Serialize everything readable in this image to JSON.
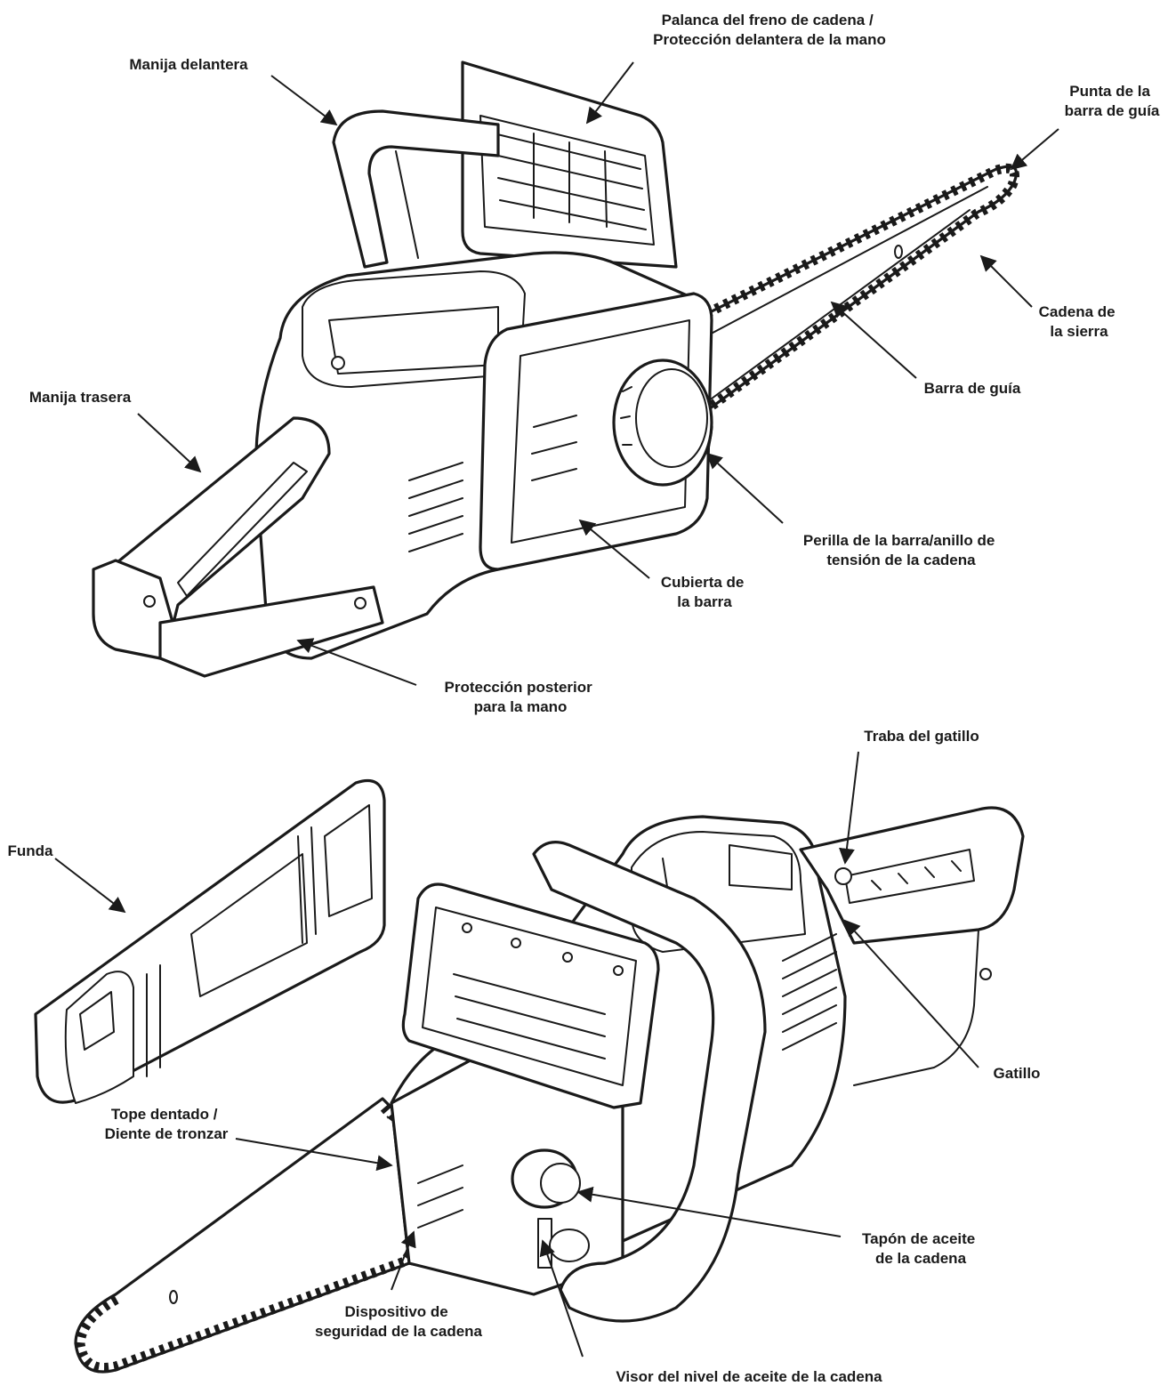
{
  "labels": {
    "chain_brake": [
      "Palanca del freno de cadena /",
      "Protección delantera de la mano"
    ],
    "front_handle": [
      "Manija delantera"
    ],
    "bar_tip": [
      "Punta de la",
      "barra de guía"
    ],
    "saw_chain": [
      "Cadena de",
      "la sierra"
    ],
    "guide_bar": [
      "Barra de guía"
    ],
    "rear_handle": [
      "Manija trasera"
    ],
    "bar_knob": [
      "Perilla de la barra/anillo de",
      "tensión de la cadena"
    ],
    "bar_cover": [
      "Cubierta de",
      "la barra"
    ],
    "rear_hand_guard": [
      "Protección posterior",
      "para la mano"
    ],
    "trigger_lock": [
      "Traba del gatillo"
    ],
    "scabbard": [
      "Funda"
    ],
    "trigger": [
      "Gatillo"
    ],
    "bucking_spikes": [
      "Tope dentado /",
      "Diente de tronzar"
    ],
    "oil_cap": [
      "Tapón de aceite",
      "de la cadena"
    ],
    "chain_catcher": [
      "Dispositivo de",
      "seguridad de la cadena"
    ],
    "oil_window": [
      "Visor del nivel de aceite de la cadena"
    ]
  }
}
